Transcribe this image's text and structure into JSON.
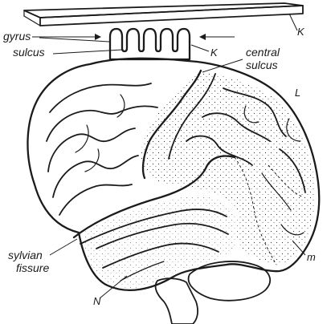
{
  "labels": {
    "gyrus": "gyrus",
    "sulcus": "sulcus",
    "central_sulcus_line1": "central",
    "central_sulcus_line2": "sulcus",
    "sylvian_fissure_line1": "sylvian",
    "sylvian_fissure_line2": "fissure",
    "K_top": "K",
    "K_mid": "K",
    "L": "L",
    "m": "m",
    "N": "N"
  }
}
